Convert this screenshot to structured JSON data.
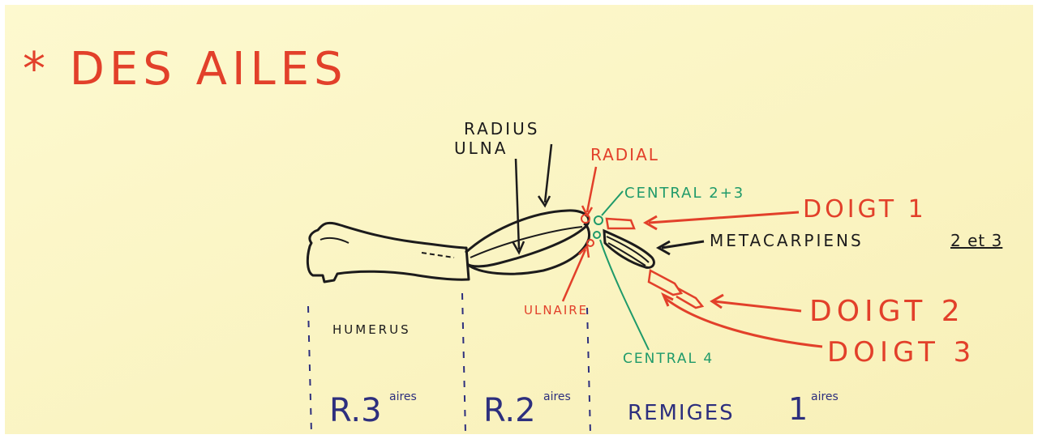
{
  "title": "* DES AILES",
  "colors": {
    "paper": "#fbf6c4",
    "red": "#e2402a",
    "black": "#1c1b1c",
    "green": "#1f9a6a",
    "blue": "#2d2f7e"
  },
  "bones": {
    "radius_ulna": "RADIUS\nULNA",
    "humerus": "HUMERUS"
  },
  "carpals": {
    "radial": "RADIAL",
    "ulnaire": "ULNAIRE",
    "central_2_3": "CENTRAL 2+3",
    "central_4": "CENTRAL 4"
  },
  "hand": {
    "metacarpiens": "METACARPIENS",
    "metacarpiens_numbers": "2 et 3",
    "doigt1": "DOIGT 1",
    "doigt2": "DOIGT 2",
    "doigt3": "DOIGT 3"
  },
  "feather_zones": {
    "r3": "R.3",
    "r3_sup": "aires",
    "r2": "R.2",
    "r2_sup": "aires",
    "r1": "REMIGES",
    "r1_num": "1",
    "r1_sup": "aires"
  }
}
